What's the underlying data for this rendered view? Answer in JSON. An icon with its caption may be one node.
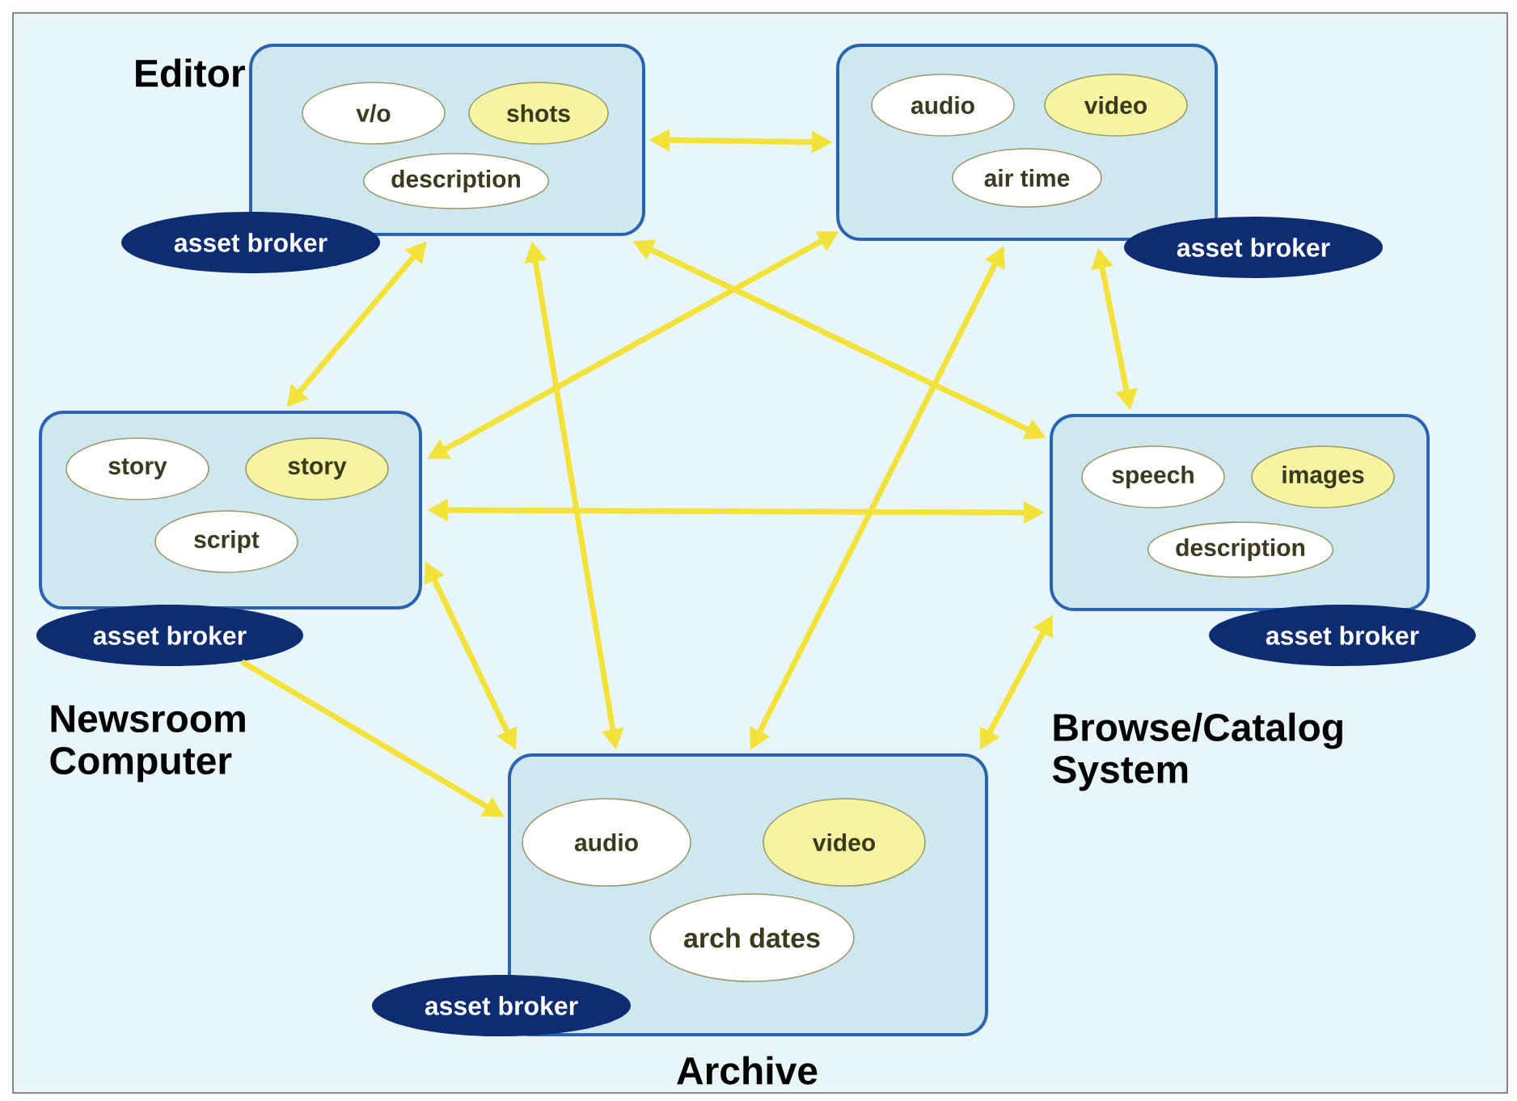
{
  "diagram": {
    "nodes": [
      {
        "text": [
          "Editor"
        ]
      },
      {
        "text": [
          "v/o"
        ],
        "in": 0
      },
      {
        "text": [
          "shots"
        ],
        "in": 0
      },
      {
        "text": [
          "description"
        ],
        "in": 0
      },
      {
        "text": [
          "asset broker"
        ]
      },
      {
        "text": [],
        "shape": "box"
      },
      {
        "text": [
          "audio"
        ],
        "in": 5
      },
      {
        "text": [
          "video"
        ],
        "in": 5
      },
      {
        "text": [
          "air time"
        ],
        "in": 5
      },
      {
        "text": [
          "asset broker"
        ]
      },
      {
        "text": [
          "Newsroom Computer"
        ]
      },
      {
        "text": [
          "story"
        ],
        "in": 10
      },
      {
        "text": [
          "story"
        ],
        "in": 10
      },
      {
        "text": [
          "script"
        ],
        "in": 10
      },
      {
        "text": [
          "asset broker"
        ]
      },
      {
        "text": [
          "Browse/Catalog System"
        ]
      },
      {
        "text": [
          "speech"
        ],
        "in": 15
      },
      {
        "text": [
          "images"
        ],
        "in": 15
      },
      {
        "text": [
          "description"
        ],
        "in": 15
      },
      {
        "text": [
          "asset broker"
        ]
      },
      {
        "text": [
          "Archive"
        ]
      },
      {
        "text": [
          "audio"
        ],
        "in": 20
      },
      {
        "text": [
          "video"
        ],
        "in": 20
      },
      {
        "text": [
          "arch dates"
        ],
        "in": 20
      },
      {
        "text": [
          "asset broker"
        ]
      }
    ],
    "edges": [
      {
        "from": 0,
        "to": 5,
        "arrow": "both"
      },
      {
        "from": 0,
        "to": 10,
        "arrow": "both"
      },
      {
        "from": 0,
        "to": 20,
        "arrow": "both"
      },
      {
        "from": 0,
        "to": 15,
        "arrow": "both"
      },
      {
        "from": 5,
        "to": 10,
        "arrow": "both"
      },
      {
        "from": 5,
        "to": 20,
        "arrow": "both"
      },
      {
        "from": 5,
        "to": 15,
        "arrow": "both"
      },
      {
        "from": 10,
        "to": 15,
        "arrow": "both"
      },
      {
        "from": 10,
        "to": 20,
        "arrow": "both"
      },
      {
        "from": 14,
        "to": 20,
        "arrow": "to"
      },
      {
        "from": 15,
        "to": 20,
        "arrow": "both"
      }
    ]
  }
}
